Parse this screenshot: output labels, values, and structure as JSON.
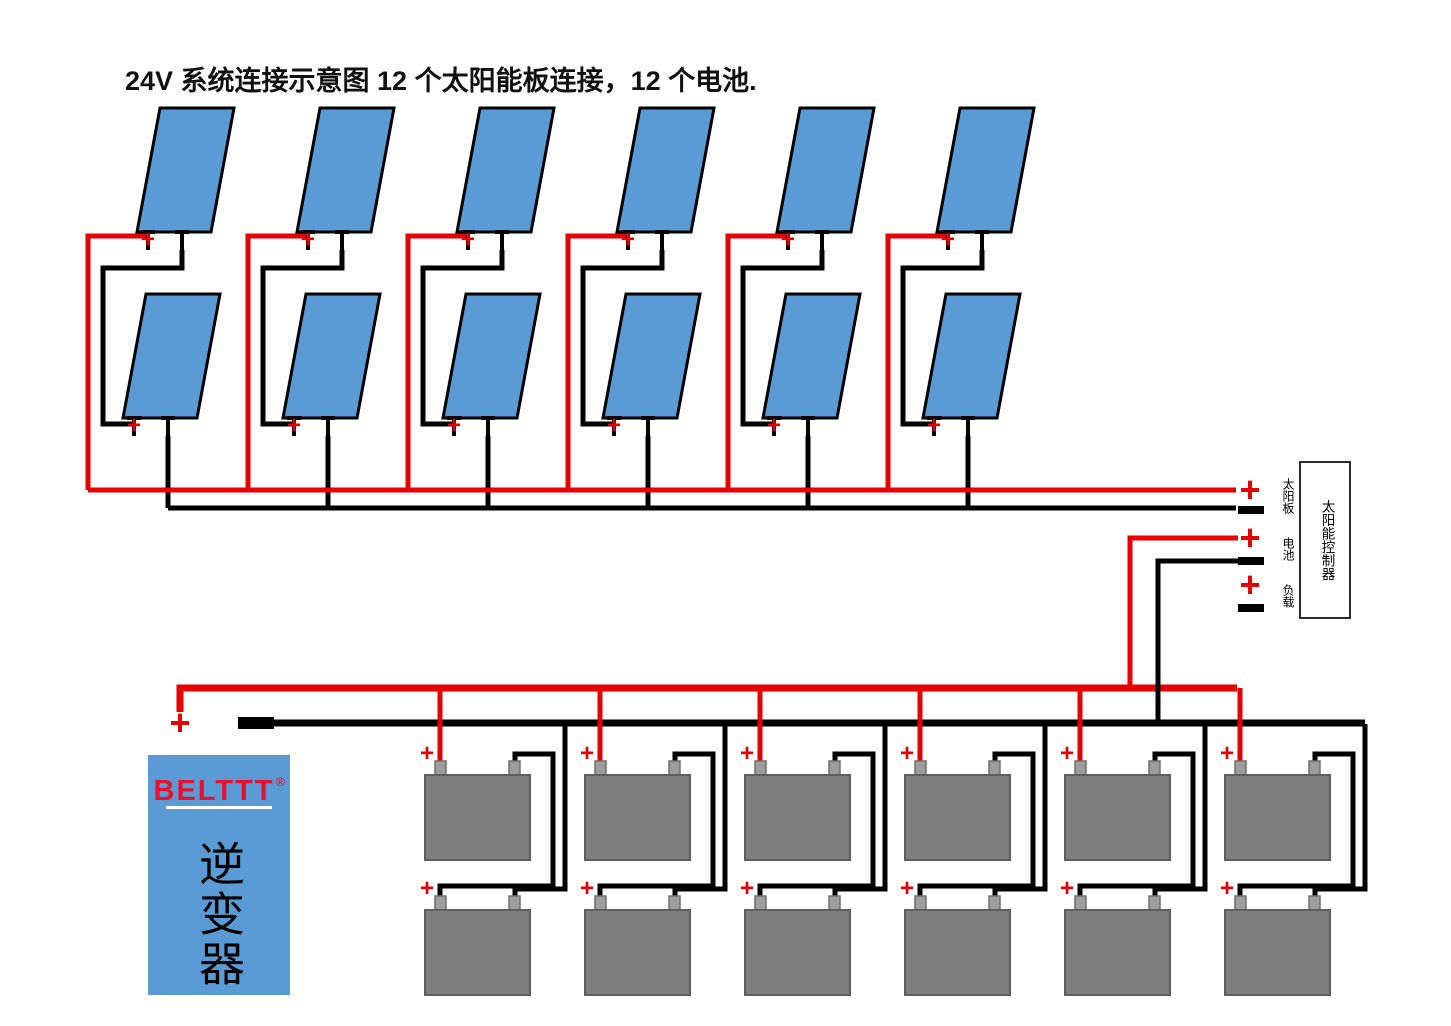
{
  "title": "24V 系统连接示意图   12 个太阳能板连接，12 个电池.",
  "symbols": {
    "plus": "+"
  },
  "counts": {
    "solar_panels": 12,
    "batteries": 12
  },
  "controller": {
    "label": "太阳能控制器",
    "terminals": [
      {
        "label": "太阳板"
      },
      {
        "label": "电池"
      },
      {
        "label": "负载"
      }
    ]
  },
  "inverter": {
    "brand": "BELTTT",
    "registered_mark": "®",
    "label": "逆变器"
  },
  "colors": {
    "panel_blue": "#5b9bd5",
    "battery_gray": "#7f7f7f",
    "battery_post_gray": "#9d9d9d",
    "wire_red": "#e60000",
    "wire_black": "#000000",
    "brand_red": "#e8112d",
    "background": "#ffffff"
  }
}
